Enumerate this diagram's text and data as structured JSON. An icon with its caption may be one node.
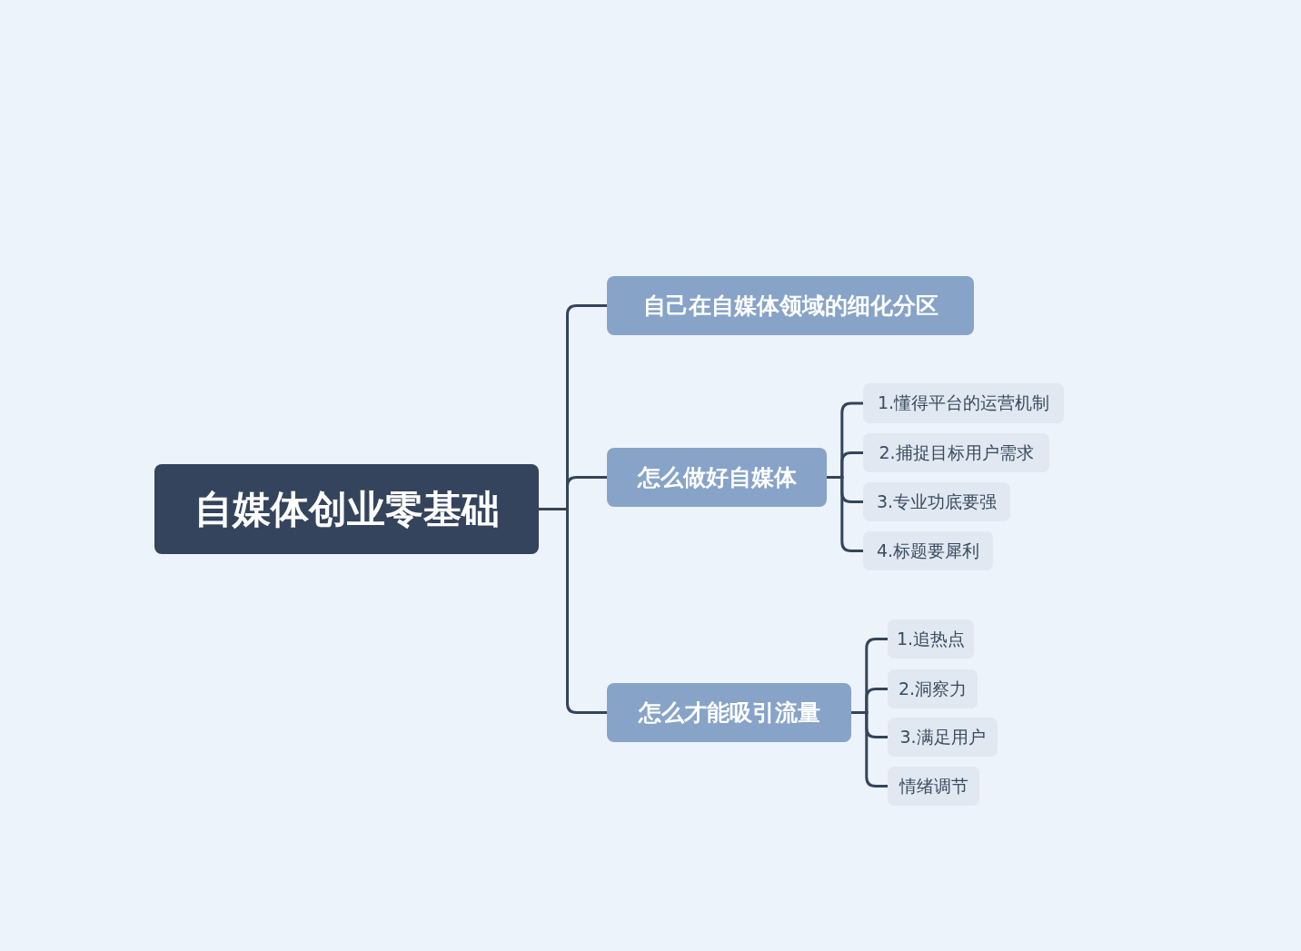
{
  "diagram": {
    "nodes": [
      {
        "text": [
          "自媒体创业零基础"
        ]
      },
      {
        "text": [
          "自己在自媒体领域的细化分区"
        ]
      },
      {
        "text": [
          "怎么做好自媒体"
        ]
      },
      {
        "text": [
          "1.懂得平台的运营机制"
        ]
      },
      {
        "text": [
          "2.捕捉目标用户需求"
        ]
      },
      {
        "text": [
          "3.专业功底要强"
        ]
      },
      {
        "text": [
          "4.标题要犀利"
        ]
      },
      {
        "text": [
          "怎么才能吸引流量"
        ]
      },
      {
        "text": [
          "1.追热点"
        ]
      },
      {
        "text": [
          "2.洞察力"
        ]
      },
      {
        "text": [
          "3.满足用户"
        ]
      },
      {
        "text": [
          "情绪调节"
        ]
      }
    ],
    "edges": [
      {
        "from": 0,
        "to": 1,
        "arrow": "none"
      },
      {
        "from": 0,
        "to": 2,
        "arrow": "none"
      },
      {
        "from": 0,
        "to": 7,
        "arrow": "none"
      },
      {
        "from": 2,
        "to": 3,
        "arrow": "none"
      },
      {
        "from": 2,
        "to": 4,
        "arrow": "none"
      },
      {
        "from": 2,
        "to": 5,
        "arrow": "none"
      },
      {
        "from": 2,
        "to": 6,
        "arrow": "none"
      },
      {
        "from": 7,
        "to": 8,
        "arrow": "none"
      },
      {
        "from": 7,
        "to": 9,
        "arrow": "none"
      },
      {
        "from": 7,
        "to": 10,
        "arrow": "none"
      },
      {
        "from": 7,
        "to": 11,
        "arrow": "none"
      }
    ]
  }
}
